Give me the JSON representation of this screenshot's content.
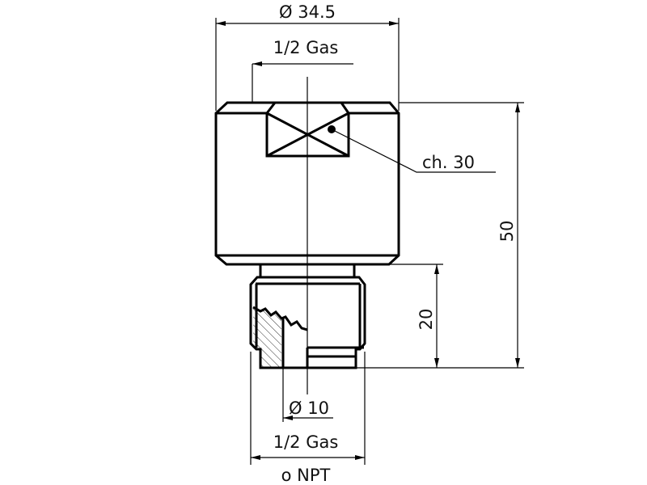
{
  "title": "Fitting adapter technical drawing",
  "dimensions": {
    "outer_diameter": "Ø 34.5",
    "top_thread": "1/2 Gas",
    "wrench_size": "ch. 30",
    "total_height": "50",
    "thread_length": "20",
    "bore_diameter": "Ø 10",
    "bottom_thread": "1/2 Gas",
    "bottom_thread_alt": "o NPT"
  },
  "colors": {
    "line": "#000000",
    "background": "#ffffff"
  }
}
